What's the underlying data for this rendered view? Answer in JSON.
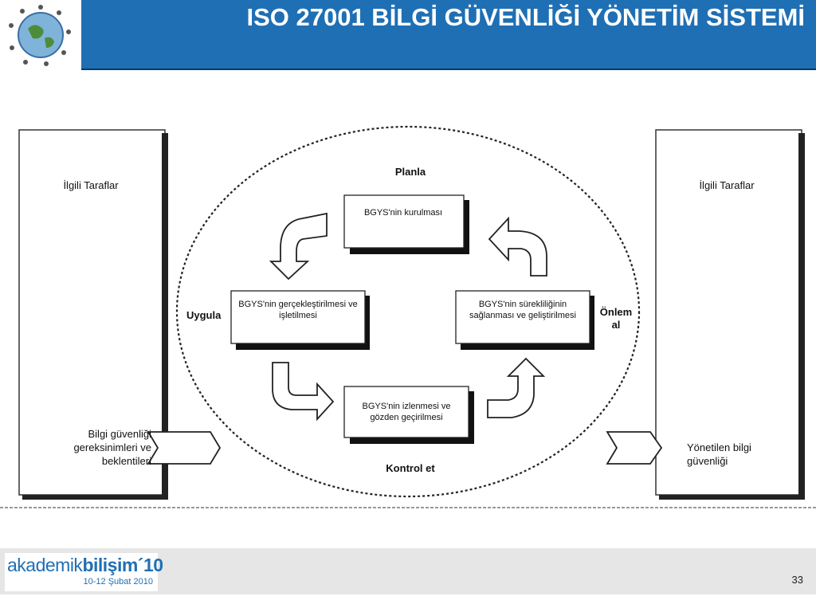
{
  "header": {
    "title": "ISO 27001 BİLGİ GÜVENLİĞİ YÖNETİM SİSTEMİ"
  },
  "diagram": {
    "left_panel": {
      "title": "İlgili Taraflar",
      "input": "Bilgi güvenliği gereksinimleri ve beklentileri"
    },
    "right_panel": {
      "title": "İlgili Taraflar",
      "output": "Yönetilen bilgi güvenliği"
    },
    "phases": {
      "plan": "Planla",
      "do": "Uygula",
      "check": "Kontrol et",
      "act": "Önlem al"
    },
    "steps": {
      "plan": "BGYS'nin kurulması",
      "do": "BGYS'nin gerçekleştirilmesi ve işletilmesi",
      "check": "BGYS'nin izlenmesi ve gözden geçirilmesi",
      "act": "BGYS'nin sürekliliğinin sağlanması ve geliştirilmesi"
    }
  },
  "footer": {
    "logo_main_a": "akademik",
    "logo_main_b": "bilişim´10",
    "logo_date": "10-12 Şubat 2010",
    "page_number": "33"
  },
  "colors": {
    "header": "#1f6fb4",
    "footer": "#e6e6e6"
  }
}
